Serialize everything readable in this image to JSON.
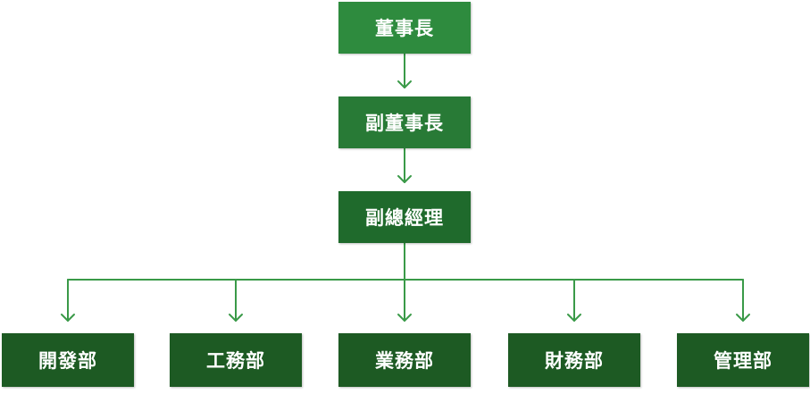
{
  "chart": {
    "top": "董事長",
    "vice_chair": "副董事長",
    "vice_gm": "副總經理",
    "departments": [
      "開發部",
      "工務部",
      "業務部",
      "財務部",
      "管理部"
    ]
  },
  "colors": {
    "top": "#2e8b3e",
    "middle": "#287a36",
    "third": "#1f6a2c",
    "departments": "#1d5a23",
    "connector": "#3a9a48"
  }
}
